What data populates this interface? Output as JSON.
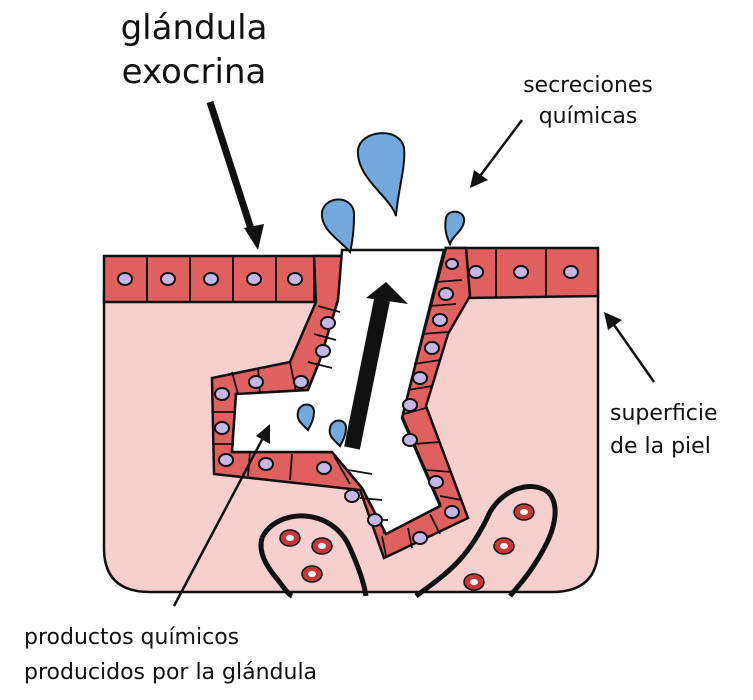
{
  "labels": {
    "title_line1": "glándula",
    "title_line2": "exocrina",
    "secretions_line1": "secreciones",
    "secretions_line2": "químicas",
    "skin_line1": "superficie",
    "skin_line2": "de la piel",
    "products_line1": "productos químicos",
    "products_line2": "producidos por la glándula"
  },
  "colors": {
    "tissue": "#f6cfcf",
    "epithelium": "#e06060",
    "nucleus": "#c6b8e6",
    "droplet": "#72a8dc",
    "blood_cell": "#c43a3a",
    "outline": "#111111"
  }
}
